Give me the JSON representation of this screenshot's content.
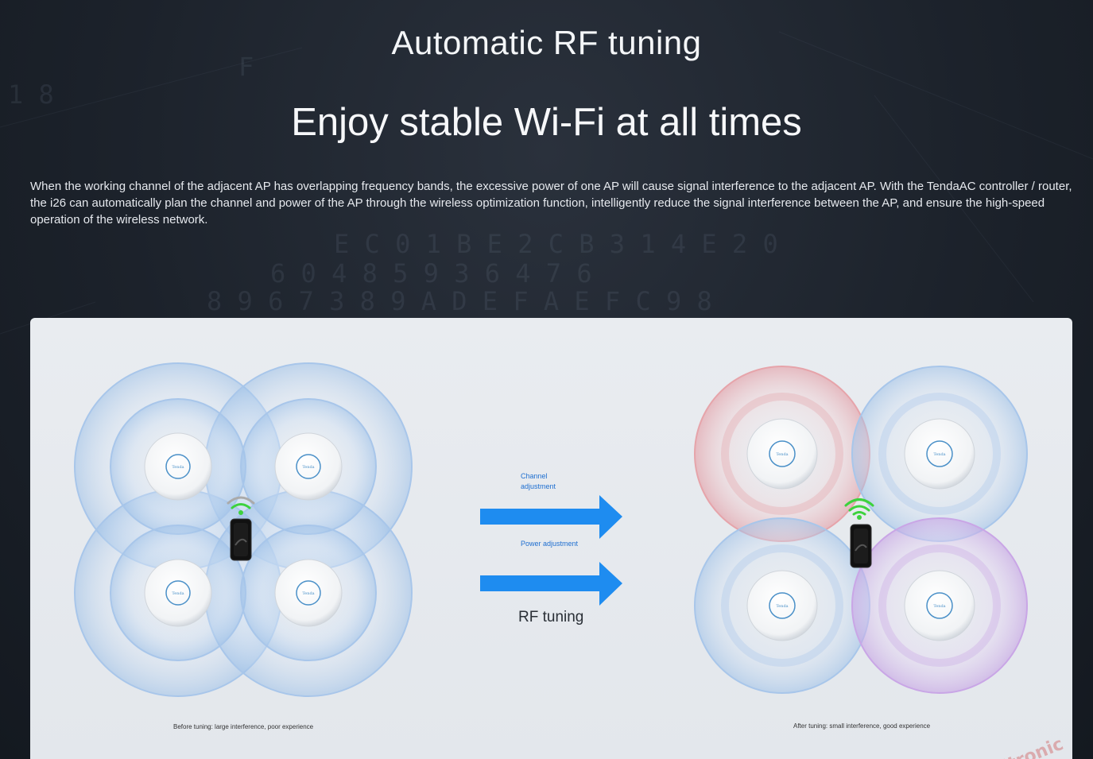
{
  "header": {
    "title": "Automatic RF tuning",
    "subtitle": "Enjoy stable Wi-Fi at all times",
    "description": "When the working channel of the adjacent AP has overlapping frequency bands, the excessive power of one AP will cause signal interference to the adjacent AP. With the TendaAC controller / router, the i26 can automatically plan the channel and power of the AP through the wireless optimization function, intelligently reduce the signal interference between the AP, and ensure the high-speed operation of the wireless network."
  },
  "diagram": {
    "arrow_top_label": "Channel adjustment",
    "arrow_bottom_label": "Power adjustment",
    "center_label": "RF tuning",
    "before_caption": "Before tuning: large interference, poor experience",
    "after_caption": "After tuning: small interference, good experience",
    "ap_brand": "Tenda",
    "colors": {
      "blue_signal": "#8fb8e6",
      "red_signal": "#e59aa0",
      "purple_signal": "#c7a3e4",
      "arrow": "#1e8cf0",
      "wifi_green": "#3dd23d"
    }
  },
  "watermark": "CNtronic"
}
